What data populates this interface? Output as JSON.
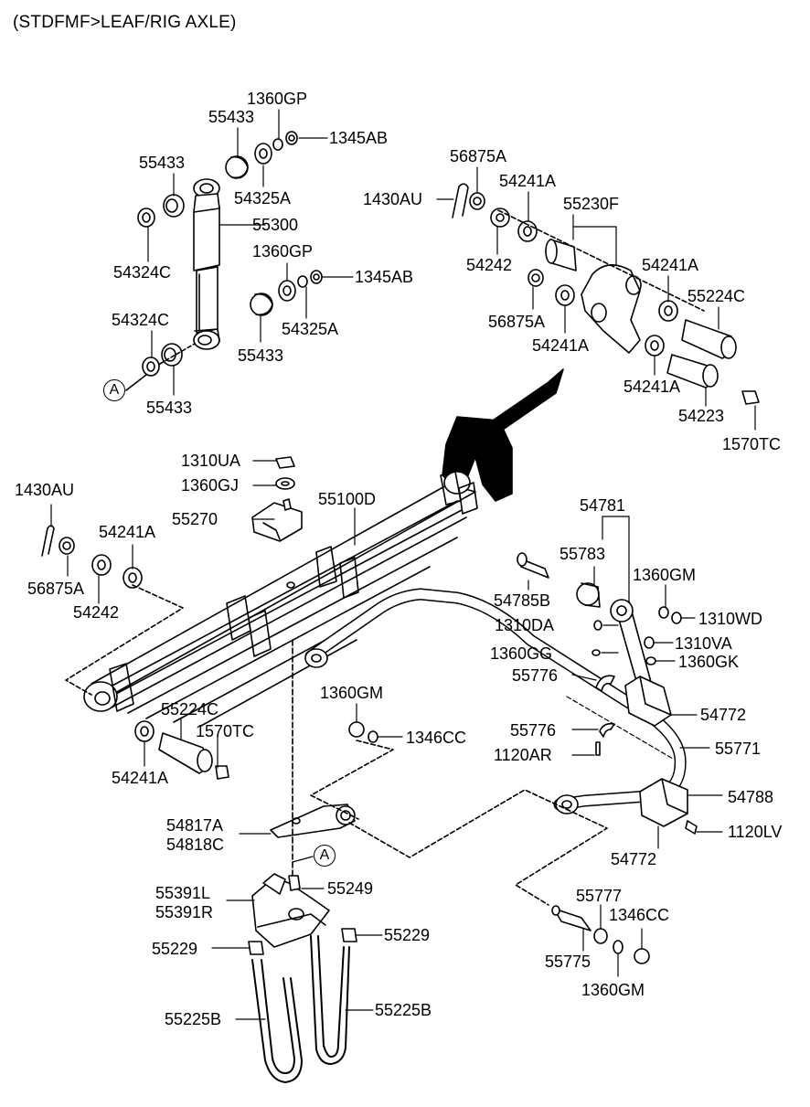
{
  "header": {
    "title": "(STDFMF>LEAF/RIG AXLE)"
  },
  "reference_marker": "A",
  "parts": {
    "p_1360gp_a": "1360GP",
    "p_55433_a": "55433",
    "p_1345ab_a": "1345AB",
    "p_55433_b": "55433",
    "p_54325a_a": "54325A",
    "p_55300": "55300",
    "p_54324c_a": "54324C",
    "p_1360gp_b": "1360GP",
    "p_1345ab_b": "1345AB",
    "p_54324c_b": "54324C",
    "p_54325a_b": "54325A",
    "p_55433_c": "55433",
    "p_55433_d": "55433",
    "p_56875a_a": "56875A",
    "p_54241a_a": "54241A",
    "p_1430au_a": "1430AU",
    "p_55230f": "55230F",
    "p_54242_a": "54242",
    "p_54241a_b": "54241A",
    "p_56875a_b": "56875A",
    "p_55224c_a": "55224C",
    "p_54241a_c": "54241A",
    "p_54241a_d": "54241A",
    "p_54223": "54223",
    "p_1570tc_a": "1570TC",
    "p_1310ua": "1310UA",
    "p_1360gj": "1360GJ",
    "p_55100d": "55100D",
    "p_55270": "55270",
    "p_1430au_b": "1430AU",
    "p_54241a_e": "54241A",
    "p_56875a_c": "56875A",
    "p_54242_b": "54242",
    "p_54781": "54781",
    "p_55783": "55783",
    "p_1360gm_a": "1360GM",
    "p_54785b": "54785B",
    "p_1310wd": "1310WD",
    "p_1310da": "1310DA",
    "p_1310va": "1310VA",
    "p_1360gg": "1360GG",
    "p_1360gk": "1360GK",
    "p_55776_a": "55776",
    "p_1360gm_b": "1360GM",
    "p_54772_a": "54772",
    "p_55224c_b": "55224C",
    "p_1570tc_b": "1570TC",
    "p_1346cc_a": "1346CC",
    "p_55776_b": "55776",
    "p_55771": "55771",
    "p_1120ar": "1120AR",
    "p_54241a_f": "54241A",
    "p_54788": "54788",
    "p_54817a": "54817A",
    "p_54818c": "54818C",
    "p_1120lv": "1120LV",
    "p_54772_b": "54772",
    "p_55391l": "55391L",
    "p_55391r": "55391R",
    "p_55249": "55249",
    "p_55777": "55777",
    "p_1346cc_b": "1346CC",
    "p_55229_a": "55229",
    "p_55229_b": "55229",
    "p_55775": "55775",
    "p_1360gm_c": "1360GM",
    "p_55225b_a": "55225B",
    "p_55225b_b": "55225B"
  }
}
